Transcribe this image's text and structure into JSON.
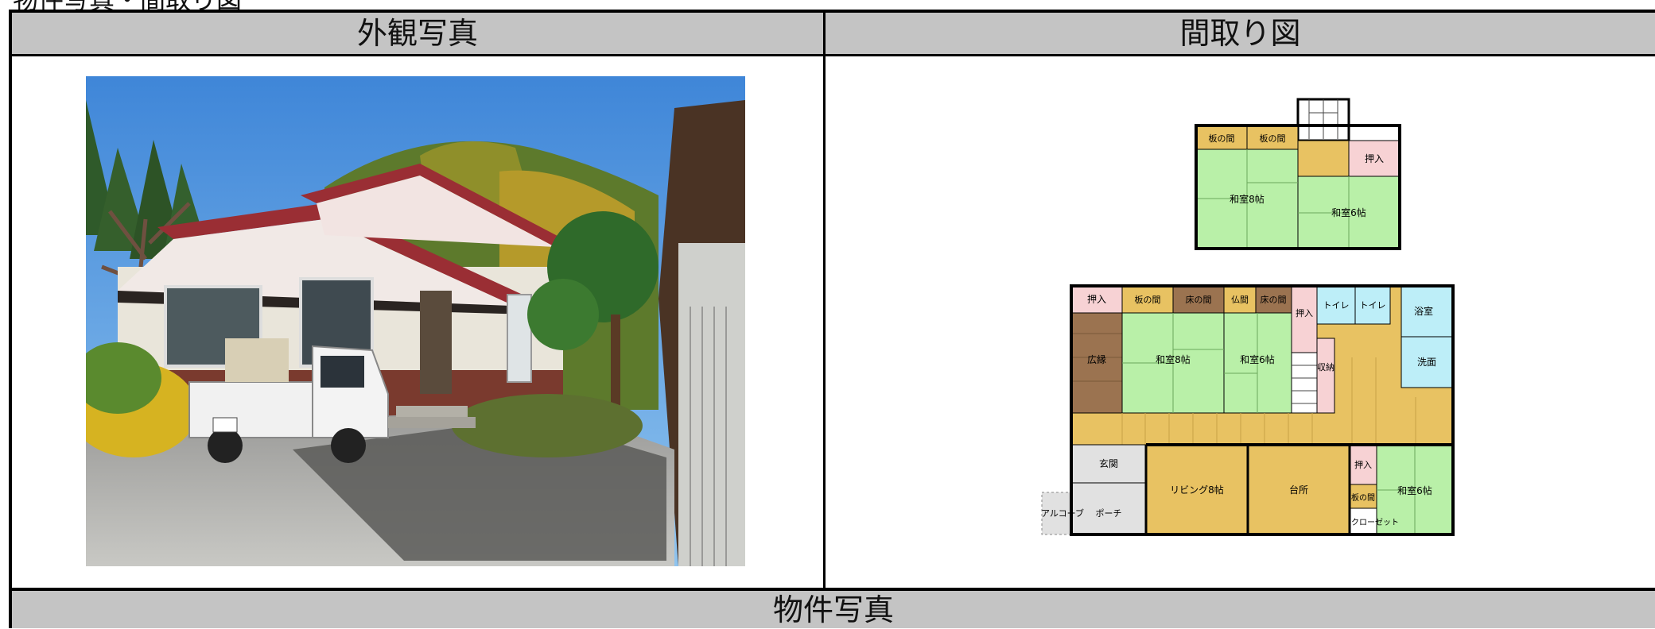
{
  "page": {
    "heading": "物件写真・間取り図"
  },
  "table": {
    "exterior_header": "外観写真",
    "floorplan_header": "間取り図",
    "photos_header": "物件写真"
  },
  "floorplan": {
    "upper": {
      "itanoma_1": "板の間",
      "itanoma_2": "板の間",
      "oshiire": "押入",
      "washitsu_8": "和室8帖",
      "washitsu_6": "和室6帖"
    },
    "lower": {
      "oshiire_1": "押入",
      "itanoma": "板の間",
      "tokonoma_1": "床の間",
      "butsuma": "仏間",
      "tokonoma_2": "床の間",
      "oshiire_2": "押入",
      "toilet_1": "トイレ",
      "toilet_2": "トイレ",
      "bath": "浴室",
      "hiroen": "広縁",
      "washitsu_8": "和室8帖",
      "washitsu_6": "和室6帖",
      "shuno": "収納",
      "senmen": "洗面",
      "genkan": "玄関",
      "living": "リビング8帖",
      "kitchen": "台所",
      "oshiire_3": "押入",
      "itanoma_2": "板の間",
      "closet": "クローゼット",
      "washitsu_6b": "和室6帖",
      "alcove": "アルコーブ",
      "porch": "ポーチ"
    }
  },
  "colors": {
    "header_bg": "#c4c4c4",
    "tatami": "#b9f0a8",
    "wood": "#e8c262",
    "oshiire": "#f7d2d4",
    "water": "#bdeef8",
    "hiroen": "#9b7350",
    "genkan": "#e1e1e1"
  }
}
